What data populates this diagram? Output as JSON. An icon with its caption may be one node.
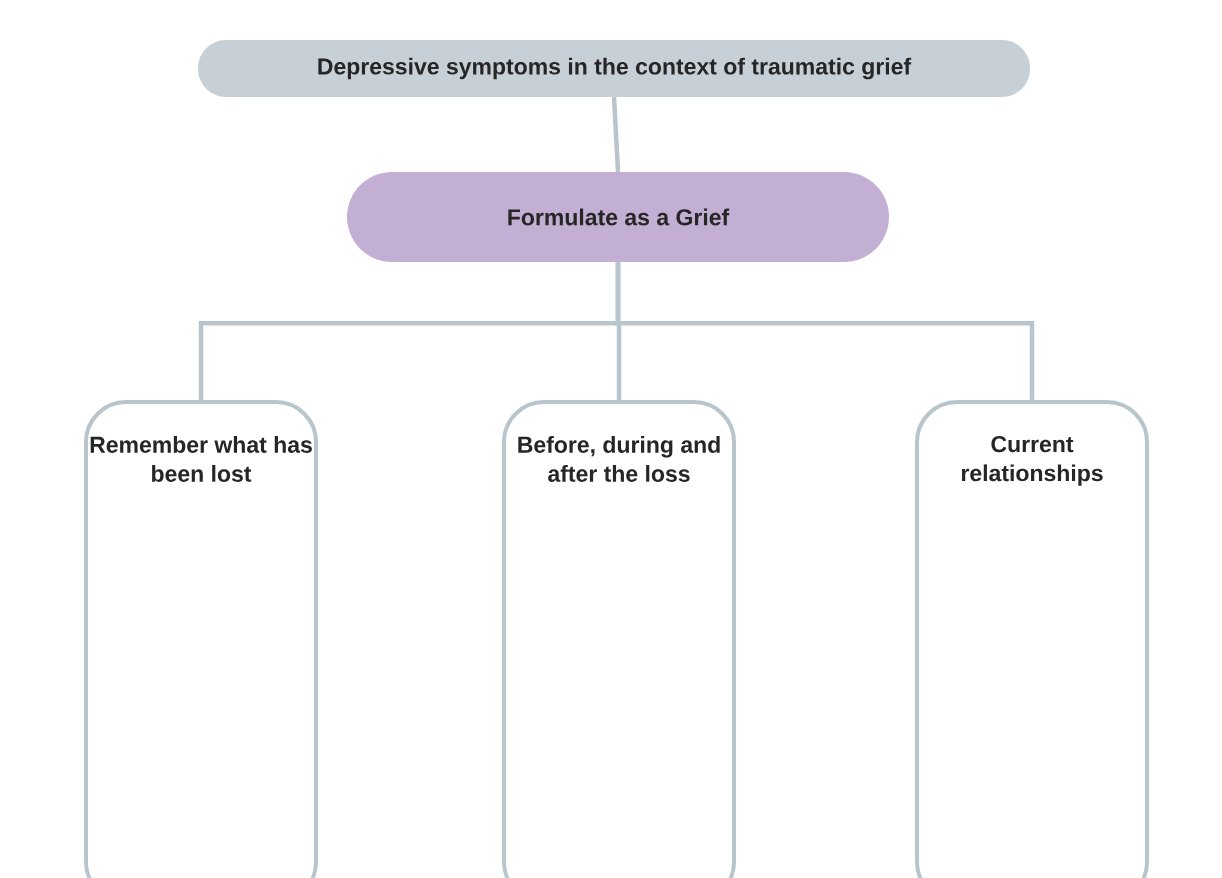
{
  "diagram": {
    "nodes": [
      {
        "text": [
          "Depressive symptoms in the context of traumatic grief"
        ]
      },
      {
        "text": [
          "Formulate as a Grief"
        ]
      },
      {
        "text": [
          "Remember what has been lost"
        ]
      },
      {
        "text": [
          "Before, during and after the loss"
        ]
      },
      {
        "text": [
          "Current relationships"
        ]
      }
    ],
    "edges": [
      {
        "from": 0,
        "to": 1,
        "arrow": "none"
      },
      {
        "from": 1,
        "to": 2,
        "arrow": "none"
      },
      {
        "from": 1,
        "to": 3,
        "arrow": "none"
      },
      {
        "from": 1,
        "to": 4,
        "arrow": "none"
      }
    ]
  }
}
